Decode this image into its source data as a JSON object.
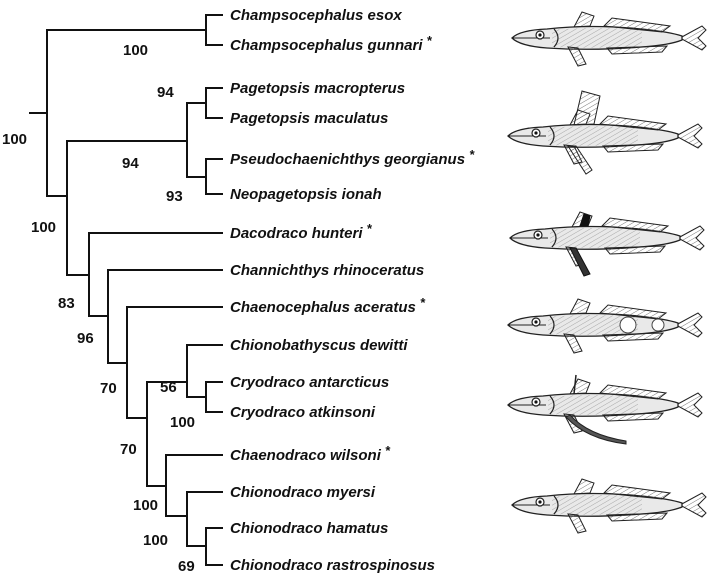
{
  "taxa": [
    {
      "name": "Champsocephalus esox",
      "star": ""
    },
    {
      "name": "Champsocephalus gunnari",
      "star": "*"
    },
    {
      "name": "Pagetopsis macropterus",
      "star": ""
    },
    {
      "name": "Pagetopsis maculatus",
      "star": ""
    },
    {
      "name": "Pseudochaenichthys georgianus",
      "star": "*"
    },
    {
      "name": "Neopagetopsis ionah",
      "star": ""
    },
    {
      "name": "Dacodraco hunteri",
      "star": "*"
    },
    {
      "name": "Channichthys rhinoceratus",
      "star": ""
    },
    {
      "name": "Chaenocephalus aceratus",
      "star": "*"
    },
    {
      "name": "Chionobathyscus dewitti",
      "star": ""
    },
    {
      "name": "Cryodraco antarcticus",
      "star": ""
    },
    {
      "name": "Cryodraco atkinsoni",
      "star": ""
    },
    {
      "name": "Chaenodraco wilsoni",
      "star": "*"
    },
    {
      "name": "Chionodraco myersi",
      "star": ""
    },
    {
      "name": "Chionodraco hamatus",
      "star": ""
    },
    {
      "name": "Chionodraco rastrospinosus",
      "star": ""
    }
  ],
  "supports": [
    {
      "id": "champsocephalus",
      "value": "100"
    },
    {
      "id": "root",
      "value": "100"
    },
    {
      "id": "pagetopsis",
      "value": "94"
    },
    {
      "id": "pagetopsis-group",
      "value": "94"
    },
    {
      "id": "pseudo-neo",
      "value": "93"
    },
    {
      "id": "big-clade",
      "value": "100"
    },
    {
      "id": "after-dacodraco",
      "value": "83"
    },
    {
      "id": "after-channichthys",
      "value": "96"
    },
    {
      "id": "after-chaenocephalus",
      "value": "70"
    },
    {
      "id": "chiono-cryo",
      "value": "56"
    },
    {
      "id": "cryodraco",
      "value": "100"
    },
    {
      "id": "chaenodraco-chionodraco",
      "value": "70"
    },
    {
      "id": "chionodraco",
      "value": "100"
    },
    {
      "id": "hamatus-myersi",
      "value": "100"
    },
    {
      "id": "hamatus-rastro",
      "value": "69"
    }
  ],
  "illustrations": [
    {
      "name": "fish-illustration-champsocephalus"
    },
    {
      "name": "fish-illustration-pseudochaenichthys"
    },
    {
      "name": "fish-illustration-dacodraco"
    },
    {
      "name": "fish-illustration-chaenocephalus"
    },
    {
      "name": "fish-illustration-chaenodraco"
    },
    {
      "name": "fish-illustration-chionodraco"
    }
  ]
}
